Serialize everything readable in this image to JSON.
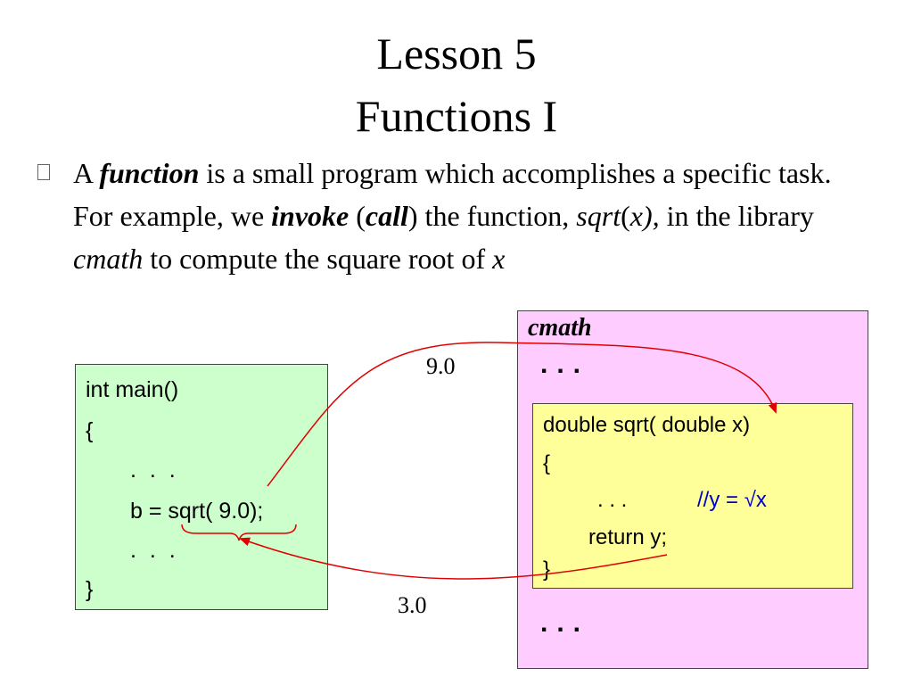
{
  "slide": {
    "title_line1": "Lesson 5",
    "title_line2": "Functions  I"
  },
  "bullet": {
    "p1": "A ",
    "p2": "function",
    "p3": " is a small program which accomplishes a specific task. For example, we ",
    "p4": "invoke",
    "p5": " (",
    "p6": "call",
    "p7": ") the function, ",
    "p8": "sqrt",
    "p9": "(",
    "p10": "x",
    "p11": "),",
    "p12": " in the library ",
    "p13": "cmath",
    "p14": " to compute the square root of ",
    "p15": "x"
  },
  "main_code": {
    "line1": "int main()",
    "line2": "{",
    "line3": ". . .",
    "line4": "b = sqrt( 9.0);",
    "line5": ". . .",
    "line6": "}"
  },
  "cmath": {
    "label": "cmath",
    "dots_top": "...",
    "dots_bottom": "..."
  },
  "sqrt_code": {
    "line1": "double sqrt( double  x)",
    "line2": "{",
    "line3_dots": ".   .   .",
    "line3_comment": "//y = √x",
    "line4": "return y;",
    "line5": "}"
  },
  "labels": {
    "arg_value": "9.0",
    "return_value": "3.0"
  },
  "colors": {
    "main_box": "#ccffcc",
    "cmath_box": "#ffccff",
    "sqrt_box": "#ffff99",
    "arrow": "#e00000",
    "comment": "#0000cc"
  }
}
